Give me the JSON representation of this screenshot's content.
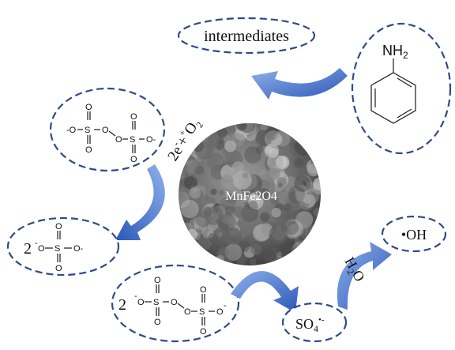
{
  "colors": {
    "bubble_border": "#2f4a8a",
    "arrow_dark": "#2b58b8",
    "arrow_light": "#8fb0ea",
    "particle_bg": "#6e6e6e"
  },
  "center": {
    "label": "MnFe2O4"
  },
  "labels": {
    "intermediates": "intermediates",
    "nh2": "NH",
    "nh2_sub": "2",
    "oh_radical": "•OH",
    "sulfate_radical": "SO",
    "sulfate_radical_sub": "4",
    "sulfate_radical_sup": "•-",
    "electron_oxygen": "2e",
    "electron_oxygen_sup1": "-",
    "electron_oxygen_plus": "+",
    "electron_oxygen_sup2": "+",
    "electron_oxygen_o": "O",
    "electron_oxygen_sub": "2",
    "water": "H",
    "water_sub": "2",
    "water_o": "O",
    "coef_two_a": "2",
    "coef_two_b": "2"
  },
  "atoms": {
    "S": "S",
    "O": "O",
    "O_minus": "-O",
    "O_minus_right": "O-",
    "minus": "-"
  },
  "icons": [
    "curved-arrow-icon",
    "benzene-ring-icon",
    "sulfate-structure-icon",
    "persulfate-structure-icon",
    "particle-micrograph-icon"
  ]
}
